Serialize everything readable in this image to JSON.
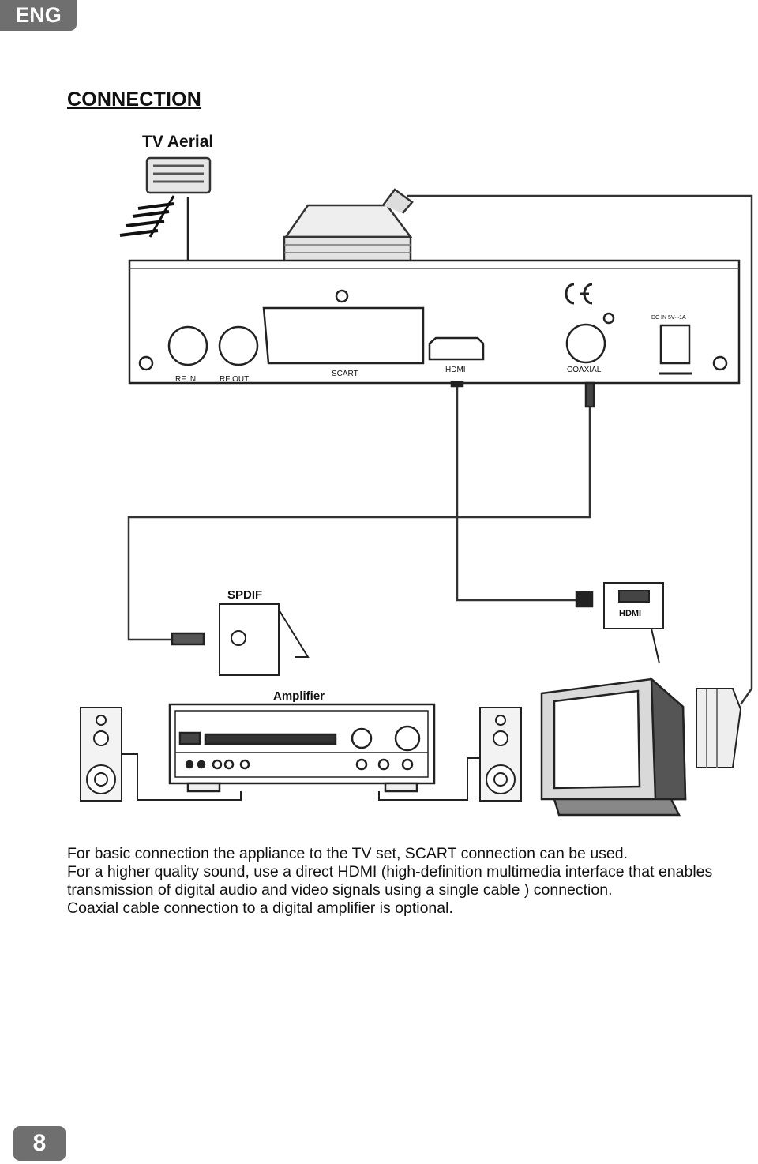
{
  "header": {
    "language_tab": "ENG"
  },
  "section": {
    "title": "CONNECTION"
  },
  "diagram": {
    "tv_aerial_label": "TV Aerial",
    "port_rf_in": "RF IN",
    "port_rf_out": "RF OUT",
    "port_scart": "SCART",
    "port_hdmi": "HDMI",
    "port_coaxial": "COAXIAL",
    "port_dc_in": "DC IN 5V⎓1A",
    "spdif_label": "SPDIF",
    "hdmi_input_label": "HDMI",
    "amplifier_label": "Amplifier"
  },
  "body": {
    "lines": [
      "For basic connection the appliance to the TV set, SCART connection can be used.",
      "For a higher quality sound, use a direct HDMI (high-definition multimedia interface that enables",
      "transmission of digital audio and video signals using a single cable ) connection.",
      "Coaxial cable connection to a digital amplifier is optional."
    ]
  },
  "footer": {
    "page_number": "8"
  }
}
